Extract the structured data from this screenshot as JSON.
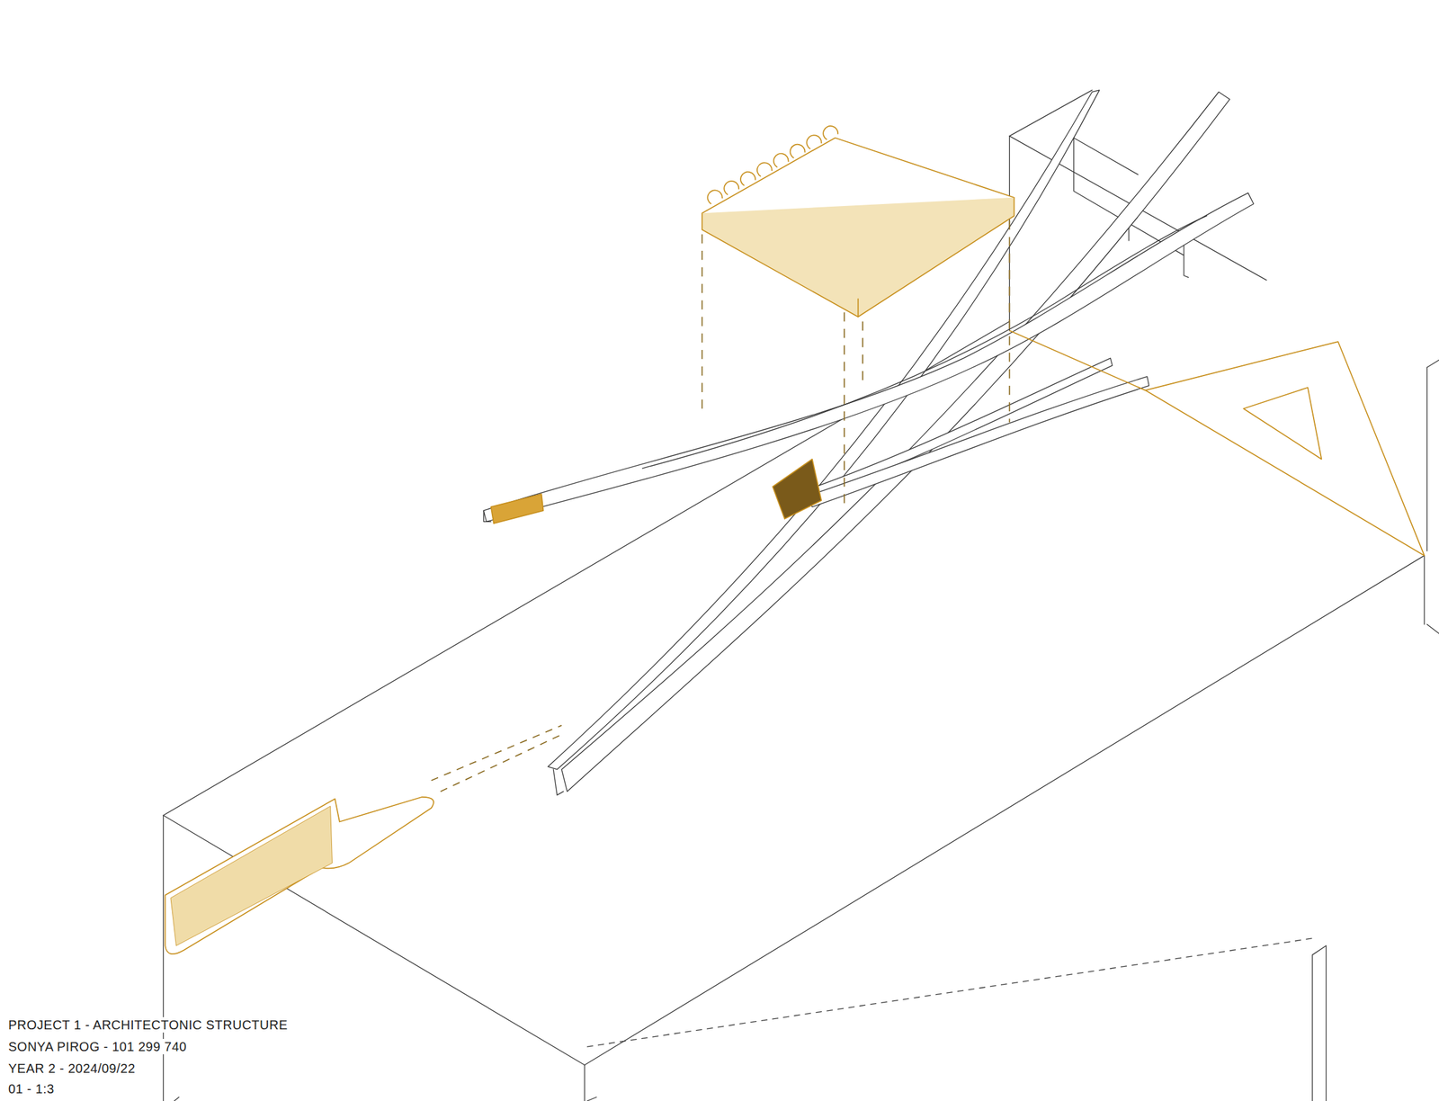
{
  "diagram": {
    "labels": [
      "PROJECT 1 - ARCHITECTONIC STRUCTURE",
      "SONYA PIROG - 101 299 740",
      "YEAR 2 - 2024/09/22",
      "01 - 1:3"
    ]
  }
}
